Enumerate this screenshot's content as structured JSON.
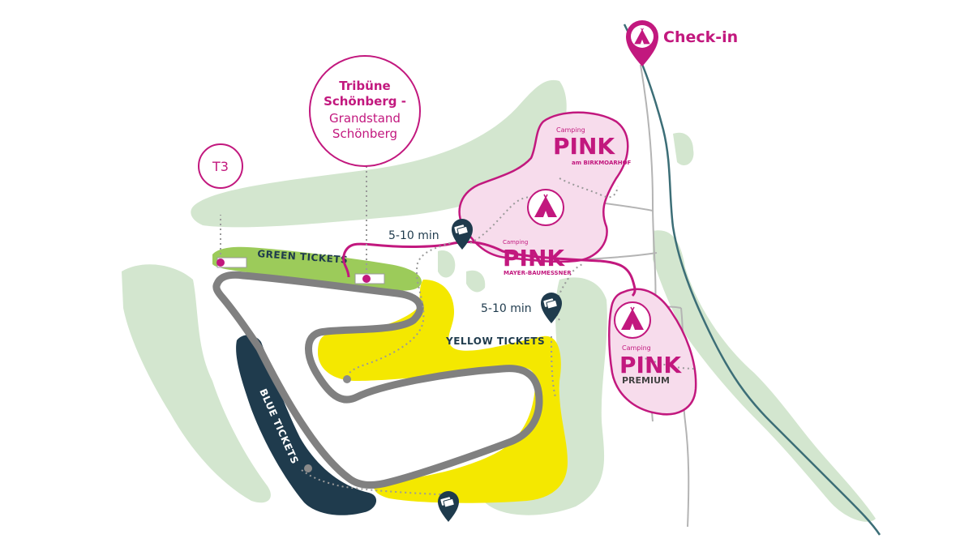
{
  "labels": {
    "check_in": "Check-in",
    "t3": "T3",
    "tribune_line1": "Tribüne",
    "tribune_line2": "Schönberg -",
    "tribune_line3": "Grandstand",
    "tribune_line4": "Schönberg",
    "time_1": "5-10 min",
    "time_2": "5-10 min"
  },
  "zones": {
    "green": "GREEN TICKETS",
    "yellow": "YELLOW TICKETS",
    "blue": "BLUE TICKETS"
  },
  "camps": {
    "birkmoarhof": {
      "prefix": "Camping",
      "name": "PINK",
      "sub": "am BIRKMOARHOF"
    },
    "mayer": {
      "prefix": "Camping",
      "name": "PINK",
      "sub": "MAYER-BAUMESSNER"
    },
    "premium": {
      "prefix": "Camping",
      "name": "PINK",
      "sub": "PREMIUM"
    }
  },
  "colors": {
    "pink": "#c2187e",
    "pink_fill": "#f7dcec",
    "green": "#9ccb5a",
    "light_green": "#d3e6cf",
    "yellow": "#f4e800",
    "blue": "#1f3b4d",
    "track": "#808080",
    "river": "#3c6e77",
    "road": "#b4b4b4"
  },
  "icons": {
    "tent": "tent-icon",
    "ticket": "ticket-icon",
    "pin": "map-pin-icon"
  }
}
